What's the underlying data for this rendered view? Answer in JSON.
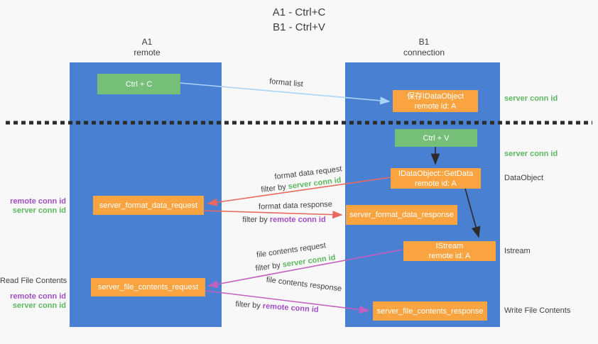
{
  "title": {
    "line1": "A1 - Ctrl+C",
    "line2": "B1 - Ctrl+V"
  },
  "columns": {
    "left": {
      "name": "A1",
      "role": "remote"
    },
    "right": {
      "name": "B1",
      "role": "connection"
    }
  },
  "boxes": {
    "ctrl_c": {
      "label": "Ctrl + C"
    },
    "save_idataobject": {
      "line1": "保存IDataObject",
      "line2": "remote id: A"
    },
    "ctrl_v": {
      "label": "Ctrl + V"
    },
    "getdata": {
      "line1": "IDataObject::GetData",
      "line2": "remote id: A"
    },
    "format_request": {
      "label": "server_format_data_request"
    },
    "format_response": {
      "label": "server_format_data_response"
    },
    "istream": {
      "line1": "IStream",
      "line2": "remote id: A"
    },
    "file_request": {
      "label": "server_file_contents_request"
    },
    "file_response": {
      "label": "server_file_contents_response"
    }
  },
  "left_labels": {
    "format_remote_conn": "remote conn id",
    "format_server_conn": "server conn id",
    "read_file": "Read File Contents",
    "file_remote_conn": "remote conn id",
    "file_server_conn": "server conn id"
  },
  "right_labels": {
    "server_conn_top": "server conn id",
    "server_conn_mid": "server conn id",
    "dataobject": "DataObject",
    "istream": "Istream",
    "write_file": "Write File Contents"
  },
  "arrow_labels": {
    "format_list": "format list",
    "format_data_request": "format data request",
    "filter_request_prefix": "filter by",
    "filter_request_value": "server conn id",
    "format_data_response": "format data response",
    "filter_response_prefix": "filter by",
    "filter_response_value": "remote conn id",
    "file_contents_request": "file contents request",
    "file_filter_request_prefix": "filter by",
    "file_filter_request_value": "server conn id",
    "file_contents_response": "file contents response",
    "file_filter_response_prefix": "filter by",
    "file_filter_response_value": "remote conn id"
  },
  "colors": {
    "column_blue": "#4a80d2",
    "box_green": "#76bf78",
    "box_orange": "#f9a440",
    "arrow_blue": "#aad4f5",
    "arrow_red": "#e8695e",
    "arrow_magenta": "#c45ec0",
    "arrow_black": "#2b2b2b",
    "text_green": "#5cb860",
    "text_purple": "#a14ec4"
  }
}
